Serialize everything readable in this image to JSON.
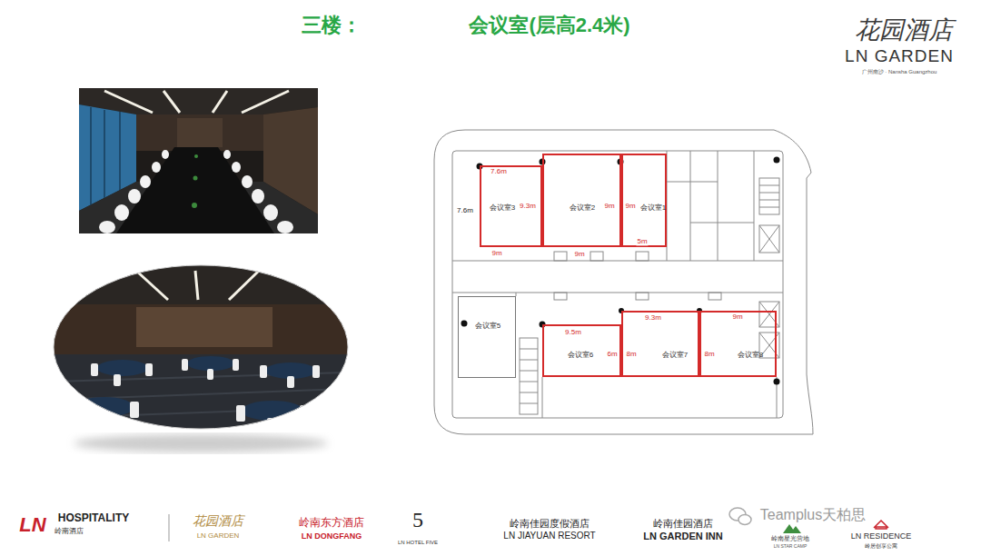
{
  "diagram": {
    "title": "三楼：",
    "nodes": [
      {
        "text": [
          "会议室3"
        ]
      },
      {
        "text": [
          "会议室2"
        ]
      },
      {
        "text": [
          "会议室1"
        ]
      },
      {
        "text": [
          "会议室5"
        ]
      },
      {
        "text": [
          "会议室6"
        ]
      },
      {
        "text": [
          "会议室7"
        ]
      },
      {
        "text": [
          "会议室8"
        ]
      }
    ],
    "labels": [
      "会议室(层高2.4米)",
      "花园酒店",
      "LN GARDEN",
      "广州南沙 · Nansha Guangzhou",
      "7.6m",
      "9.3m",
      "7.6m",
      "9m",
      "9m",
      "9m",
      "9m",
      "5m",
      "9.5m",
      "6m",
      "8m",
      "9.3m",
      "8m",
      "9m",
      "LN",
      "HOSPITALITY",
      "岭南酒店",
      "花园酒店",
      "LN GARDEN",
      "岭南东方酒店",
      "LN DONGFANG",
      "5",
      "LN HOTEL FIVE",
      "岭南佳园度假酒店",
      "LN JIAYUAN RESORT",
      "岭南佳园酒店",
      "LN GARDEN INN",
      "岭南星光营地",
      "LN STAR CAMP",
      "LN RESIDENCE",
      "岭居创享公寓",
      "Teamplus天柏思"
    ]
  }
}
